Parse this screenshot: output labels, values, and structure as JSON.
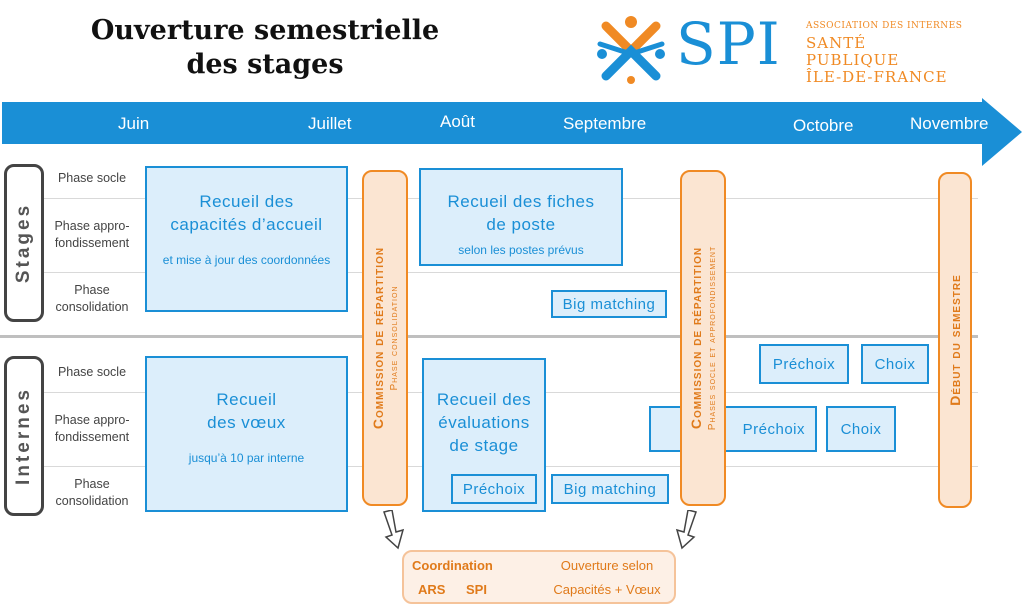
{
  "header": {
    "title_line1": "Ouverture semestrielle",
    "title_line2": "des stages"
  },
  "logo": {
    "name": "SPI",
    "subtitle_line1": "ASSOCIATION DES INTERNES",
    "subtitle_line2": "SANTÉ",
    "subtitle_line3": "PUBLIQUE",
    "subtitle_line4": "ÎLE-DE-FRANCE",
    "icon": "spi-people-cross-icon",
    "colors": {
      "blue": "#1a8fd6",
      "orange": "#f08a24"
    }
  },
  "timeline": {
    "months": [
      "Juin",
      "Juillet",
      "Août",
      "Septembre",
      "Octobre",
      "Novembre"
    ],
    "color": "#1a8fd6"
  },
  "sections": {
    "stages_label": "Stages",
    "internes_label": "Internes"
  },
  "phases": {
    "socle": "Phase socle",
    "appro_line1": "Phase appro-",
    "appro_line2": "fondissement",
    "conso_line1": "Phase",
    "conso_line2": "consolidation"
  },
  "stages": {
    "capacites_line1": "Recueil des",
    "capacites_line2": "capacités d’accueil",
    "capacites_sub": "et mise à jour des coordonnées",
    "fiches_line1": "Recueil des fiches",
    "fiches_line2": "de poste",
    "fiches_sub": "selon les postes prévus",
    "big_matching": "Big matching"
  },
  "internes": {
    "voeux_line1": "Recueil",
    "voeux_line2": "des vœux",
    "voeux_sub": "jusqu’à 10 par interne",
    "eval_line1": "Recueil des",
    "eval_line2": "évaluations",
    "eval_line3": "de stage",
    "prechoix": "Préchoix",
    "choix": "Choix",
    "big_matching": "Big matching"
  },
  "commissions": {
    "c1_title": "Commission de répartition",
    "c1_sub": "Phase consolidation",
    "c2_title": "Commission de répartition",
    "c2_sub": "Phases socle et approfondissement",
    "debut": "Début du semestre",
    "color": "#f08a24"
  },
  "coordination": {
    "title": "Coordination",
    "ars": "ARS",
    "spi": "SPI",
    "text_line1": "Ouverture selon",
    "text_line2": "Capacités + Vœux"
  }
}
